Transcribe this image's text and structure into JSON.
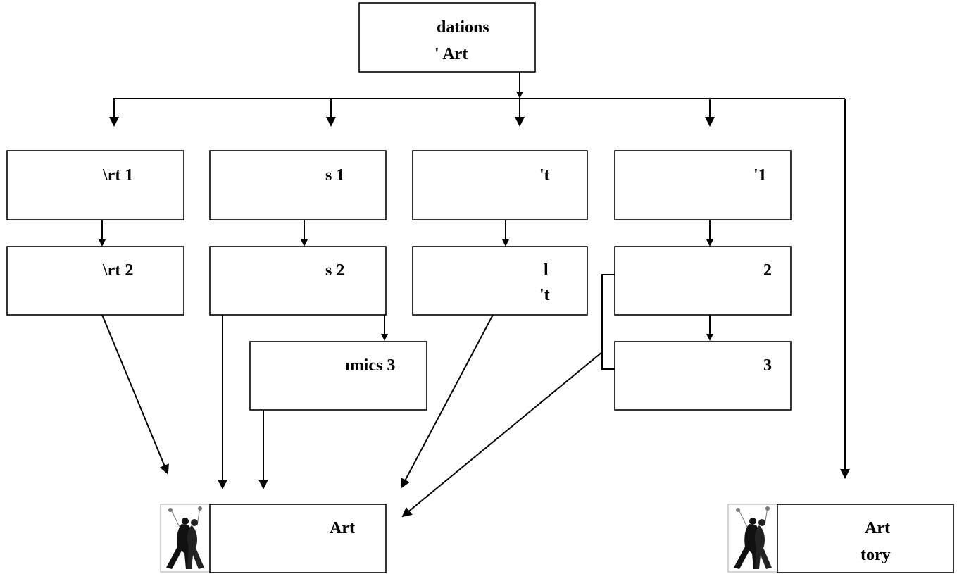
{
  "diagram": {
    "boxes": [
      {
        "id": "foundations",
        "lines": [
          "dations",
          "' Art"
        ]
      },
      {
        "id": "art1",
        "lines": [
          "\\rt 1"
        ]
      },
      {
        "id": "s1",
        "lines": [
          "s 1"
        ]
      },
      {
        "id": "t",
        "lines": [
          "'t"
        ]
      },
      {
        "id": "v1",
        "lines": [
          "'1"
        ]
      },
      {
        "id": "art2",
        "lines": [
          "\\rt 2"
        ]
      },
      {
        "id": "s2",
        "lines": [
          "s 2"
        ]
      },
      {
        "id": "ll_t",
        "lines": [
          "l",
          "'t"
        ]
      },
      {
        "id": "n2",
        "lines": [
          "2"
        ]
      },
      {
        "id": "dynamics3",
        "lines": [
          "ımics 3"
        ]
      },
      {
        "id": "n3",
        "lines": [
          "3"
        ]
      },
      {
        "id": "art_target",
        "lines": [
          "Art"
        ]
      },
      {
        "id": "art_history",
        "lines": [
          "Art",
          "tory"
        ]
      }
    ],
    "icons": [
      {
        "id": "dancer-icon-left",
        "name": "dancers-icon"
      },
      {
        "id": "dancer-icon-right",
        "name": "dancers-icon"
      }
    ]
  }
}
